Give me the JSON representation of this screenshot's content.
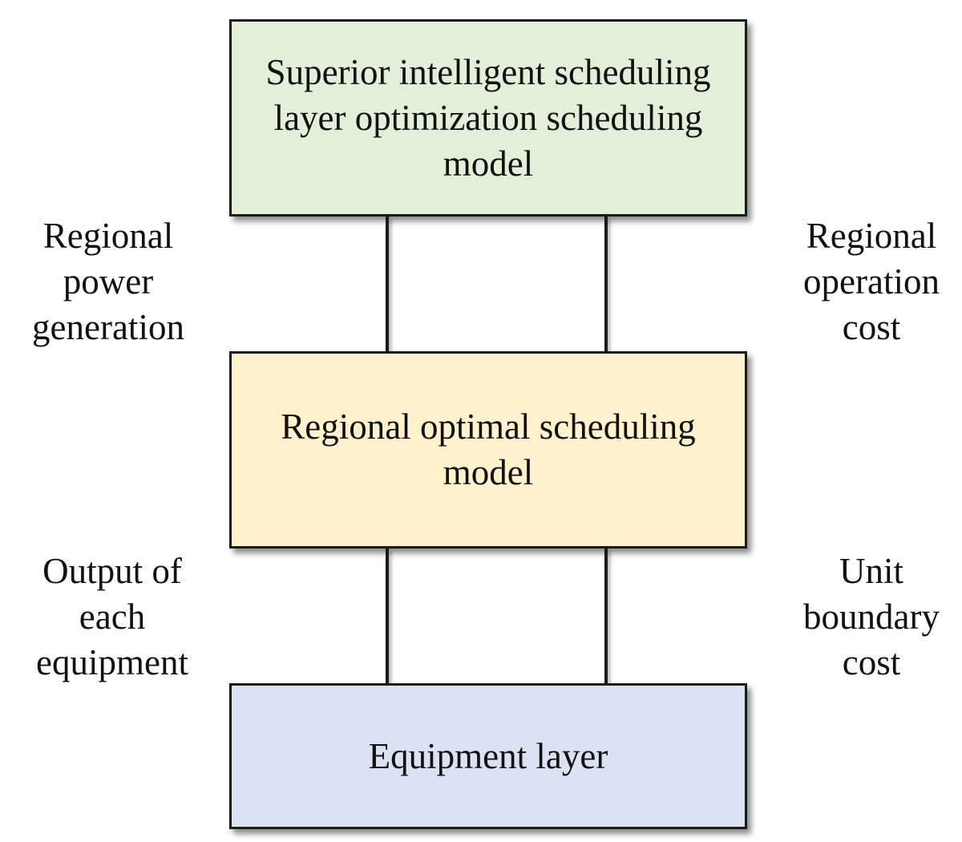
{
  "colors": {
    "top_box_fill": "#e2efd9",
    "middle_box_fill": "#fff2cc",
    "bottom_box_fill": "#dae3f3",
    "border": "#1a1a1a"
  },
  "boxes": {
    "top": "Superior intelligent scheduling\nlayer optimization scheduling\nmodel",
    "middle": "Regional optimal scheduling\nmodel",
    "bottom": "Equipment layer"
  },
  "labels": {
    "upper_left": "Regional\npower\ngeneration",
    "upper_right": "Regional\noperation\ncost",
    "lower_left": "Output of\neach\nequipment",
    "lower_right": "Unit\nboundary\ncost"
  }
}
